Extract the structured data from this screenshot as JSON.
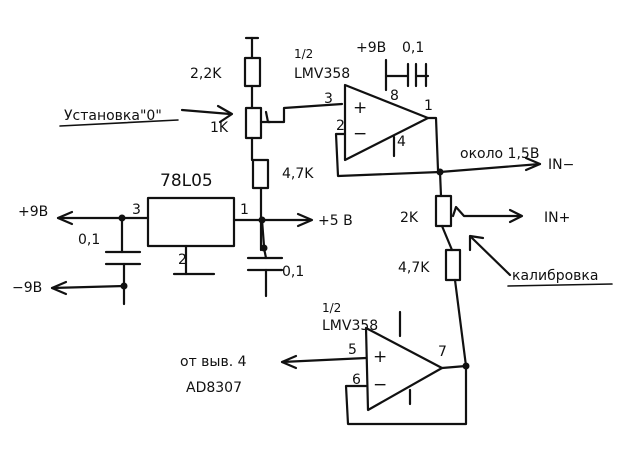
{
  "labels": {
    "resistor_top": "2,2K",
    "opamp1_fraction": "1/2",
    "opamp1_part": "LMV358",
    "supply_top": "+9B",
    "cap_top": "0,1",
    "pin8": "8",
    "pin3": "3",
    "pin2": "2",
    "pin4": "4",
    "pin1_out": "1",
    "zero_adjust": "Установка\"0\"",
    "pot_zero": "1K",
    "resistor_mid": "4,7K",
    "approx_voltage": "около 1,5В",
    "in_minus": "IN−",
    "regulator": "78L05",
    "reg_pin3": "3",
    "reg_pin1": "1",
    "reg_pin2": "2",
    "plus9_left": "+9B",
    "plus5": "+5 B",
    "cap_left": "0,1",
    "cap_right": "0,1",
    "minus9_left": "−9B",
    "pot_cal": "2K",
    "in_plus": "IN+",
    "calibration": "калибровка",
    "resistor_cal": "4,7K",
    "opamp2_fraction": "1/2",
    "opamp2_part": "LMV358",
    "pin5": "5",
    "pin6": "6",
    "pin7": "7",
    "source_text": "от выв. 4",
    "source_part": "AD8307"
  }
}
